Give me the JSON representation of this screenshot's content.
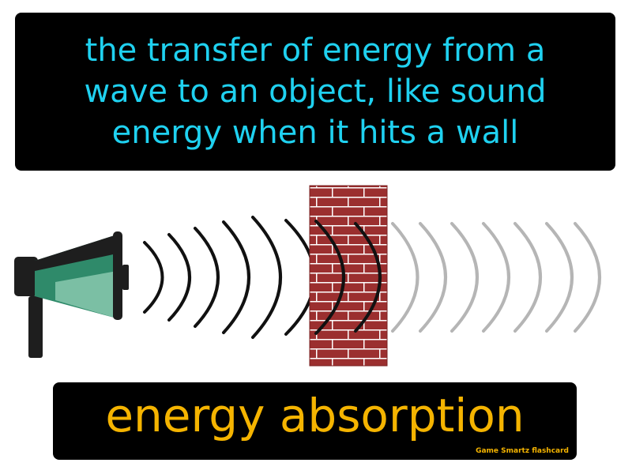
{
  "definition": {
    "lines": [
      "the transfer of energy from a",
      "wave to an object, like sound",
      "energy when it hits a wall"
    ]
  },
  "term": "energy absorption",
  "brand": "Game Smartz flashcard",
  "illustration": {
    "icons": [
      "megaphone-icon",
      "sound-waves",
      "brick-wall"
    ]
  },
  "colors": {
    "definition_text": "#1fd1f0",
    "term_text": "#f5b400",
    "panel_background": "#000000",
    "brick": "#9b2f2f",
    "mortar": "#ffffff",
    "megaphone_green": "#2f8a6a",
    "wave_dark": "#111111",
    "wave_faded": "#b5b5b5"
  }
}
